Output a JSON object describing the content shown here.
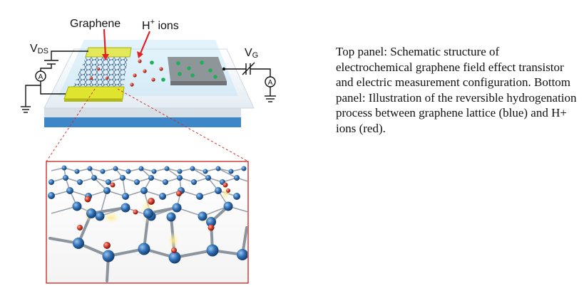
{
  "labels": {
    "graphene": "Graphene",
    "h_ions_base": "H",
    "h_ions_sup": "+",
    "h_ions_tail": " ions",
    "vds_main": "V",
    "vds_sub": "DS",
    "vg_main": "V",
    "vg_sub": "G",
    "ammeter": "A"
  },
  "caption": "Top panel: Schematic structure of electrochemical graphene field effect transistor and electric measurement configuration. Bottom panel: Illustration of the reversible hydrogenation process between graphene lattice (blue) and H+ ions (red).",
  "colors": {
    "lattice_atom": "#2f6fb4",
    "h_ion": "#d23b2a",
    "electrode": "#d9e02a",
    "inset_border": "#d0302a",
    "substrate": "#3d86c8",
    "gate_electrode": "#8f9699",
    "ion_green": "#1fae5a"
  }
}
